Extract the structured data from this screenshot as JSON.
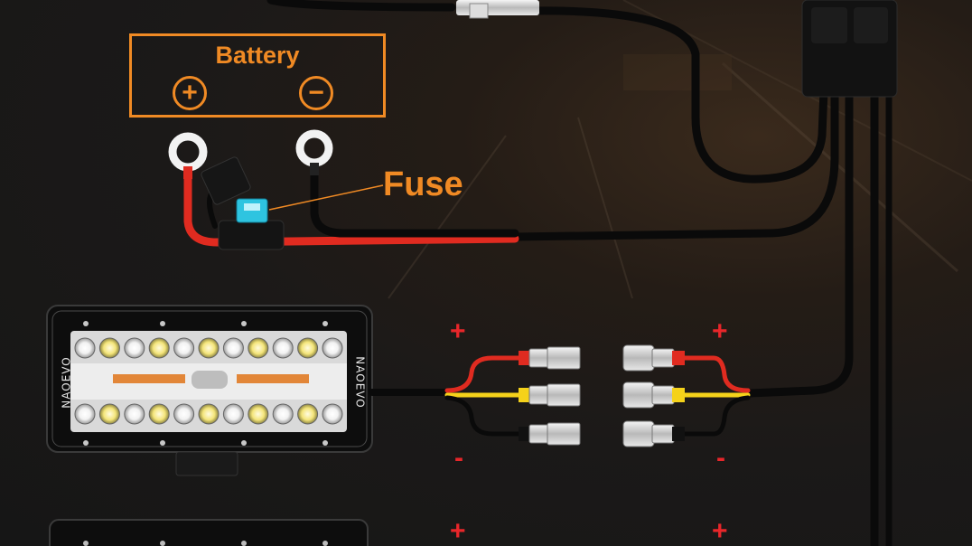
{
  "battery": {
    "title": "Battery",
    "plus": "+",
    "minus": "−"
  },
  "fuse": {
    "label": "Fuse"
  },
  "light_bar": {
    "brand": "NAOEVO"
  },
  "connector_signs": {
    "plus": "+",
    "minus": "-"
  },
  "colors": {
    "accent": "#f08a24",
    "positive_wire": "#e8262a",
    "signal_wire": "#f5d21a",
    "ground_wire": "#0b0b0b"
  }
}
